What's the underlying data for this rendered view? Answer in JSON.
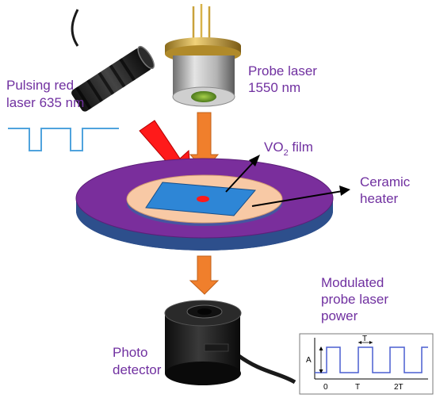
{
  "labels": {
    "pulsing_laser": [
      "Pulsing red",
      "laser 635 nm"
    ],
    "probe_laser": [
      "Probe laser",
      "1550 nm"
    ],
    "vo2_film": {
      "main": "VO",
      "sub": "2",
      "tail": " film"
    },
    "ceramic_heater": [
      "Ceramic",
      "heater"
    ],
    "modulated_power": [
      "Modulated",
      "probe laser",
      "power"
    ],
    "photo_detector": [
      "Photo",
      "detector"
    ]
  },
  "inset_plot": {
    "amplitude_label": "A",
    "period_label": "T",
    "x_ticks": [
      "0",
      "T",
      "2T"
    ]
  },
  "colors": {
    "label_text": "#7030a0",
    "pulse_wave": "#4fa3dd",
    "probe_wave": "#4a5fd0",
    "disk_top": "#7a2e9c",
    "disk_side": "#2d4f8c",
    "heater_center": "#f8c9a5",
    "film": "#2e86d6",
    "laser_spot": "#ff1a1a",
    "red_beam": "#ff1a1a",
    "probe_beam": "#f07f2c"
  }
}
